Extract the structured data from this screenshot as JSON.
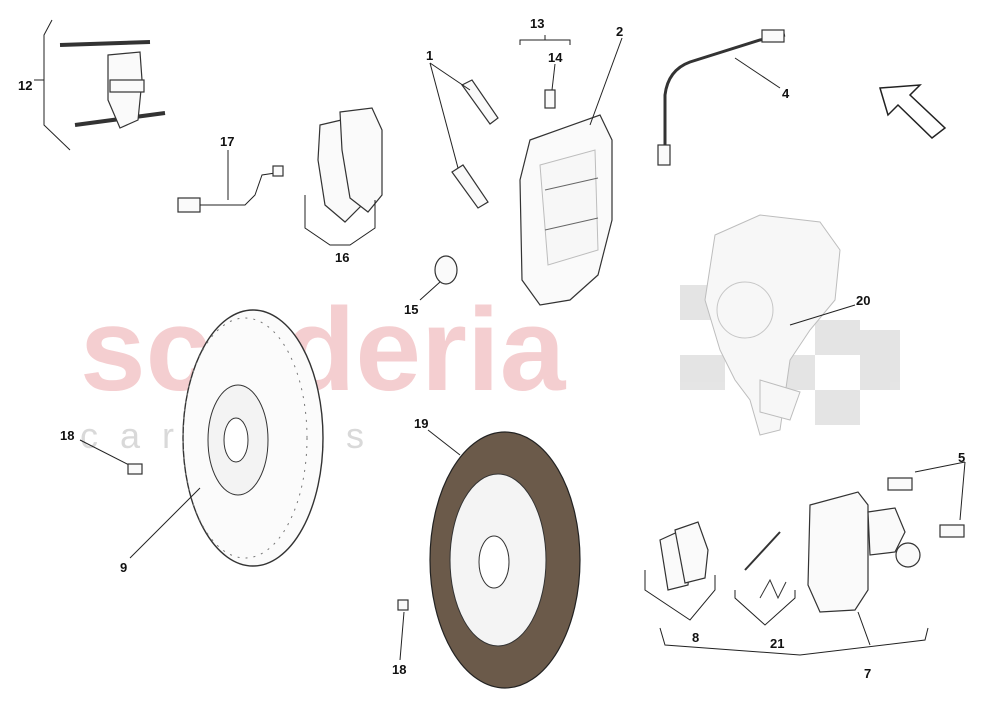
{
  "watermark": {
    "main": "scuderia",
    "sub": "c a r p a r t s"
  },
  "callouts": {
    "c1": "1",
    "c2": "2",
    "c4": "4",
    "c5": "5",
    "c7": "7",
    "c8": "8",
    "c9": "9",
    "c12": "12",
    "c13": "13",
    "c14": "14",
    "c15": "15",
    "c16": "16",
    "c17": "17",
    "c18a": "18",
    "c18b": "18",
    "c19": "19",
    "c20": "20",
    "c21": "21"
  }
}
